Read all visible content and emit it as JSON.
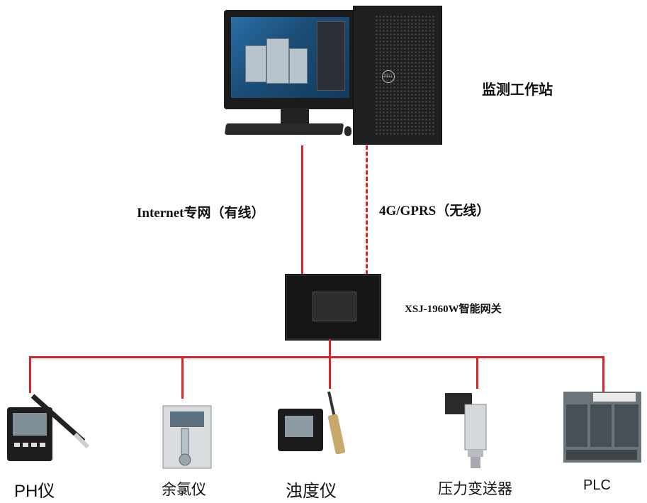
{
  "workstation": {
    "label": "监测工作站"
  },
  "links": {
    "wired": "Internet专网（有线）",
    "wireless": "4G/GPRS（无线）"
  },
  "gateway": {
    "label": "XSJ-1960W智能网关"
  },
  "devices": [
    {
      "label": "PH仪",
      "icon": "ph-meter-icon"
    },
    {
      "label": "余氯仪",
      "icon": "residual-chlorine-analyzer-icon"
    },
    {
      "label": "浊度仪",
      "icon": "turbidity-meter-icon"
    },
    {
      "label": "压力变送器",
      "icon": "pressure-transmitter-icon"
    },
    {
      "label": "PLC",
      "icon": "plc-icon"
    }
  ],
  "colors": {
    "link": "#d7262b"
  }
}
